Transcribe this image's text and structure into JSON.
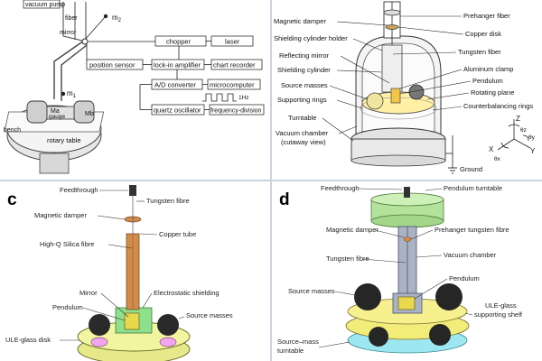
{
  "panel_a": {
    "letter": "",
    "labels": {
      "vacuum_pump": "vacuum pump",
      "fiber": "fiber",
      "mirror": "mirror",
      "m2": "m",
      "m2_sub": "2",
      "m1": "m",
      "m1_sub": "1",
      "chopper": "chopper",
      "laser": "laser",
      "position_sensor": "position sensor",
      "lock_in": "lock-in amplifier",
      "chart_recorder": "chart recorder",
      "ad_converter": "A/D converter",
      "microcomputer": "microcomputer",
      "freq": "1Hz",
      "quartz": "quartz oscillator",
      "freq_div": "frequency-division",
      "mag": "Ma",
      "mass_left": "Mb",
      "gauge": "gauge",
      "bench": "bench",
      "rotary_table": "rotary table"
    }
  },
  "panel_b": {
    "letter": "",
    "labels": {
      "magnetic_damper": "Magnetic damper",
      "shielding_holder": "Shielding cylinder holder",
      "reflecting_mirror": "Reflecting mirror",
      "shielding_cylinder": "Shielding cylinder",
      "source_masses": "Source masses",
      "supporting_rings": "Supporting rings",
      "turntable": "Turntable",
      "vacuum_chamber": "Vacuum chamber",
      "cutaway": "(cutaway view)",
      "prehanger_fiber": "Prehanger fiber",
      "copper_disk": "Copper disk",
      "tungsten_fiber": "Tungsten fiber",
      "aluminum_clamp": "Aluminum clamp",
      "pendulum": "Pendulum",
      "rotating_plane": "Rotating plane",
      "counterbalancing": "Counterbalancing rings",
      "ground": "Ground",
      "axis_z": "Z",
      "axis_x": "X",
      "axis_y": "Y",
      "theta_z": "θz",
      "theta_x": "θx",
      "theta_y": "θy"
    }
  },
  "panel_c": {
    "letter": "c",
    "labels": {
      "feedthrough": "Feedthrough",
      "tungsten_fibre": "Tungsten fibre",
      "magnetic_damper": "Magnetic damper",
      "silica_fibre": "High-Q Silica fibre",
      "copper_tube": "Copper tube",
      "mirror": "Mirror",
      "electrostatic": "Electrostatic shielding",
      "pendulum": "Pendulum",
      "source_masses": "Source masses",
      "ule_disk": "ULE-glass disk"
    }
  },
  "panel_d": {
    "letter": "d",
    "labels": {
      "feedthrough": "Feedthrough",
      "pendulum_turntable": "Pendulum turntable",
      "magnetic_damper": "Magnetic damper",
      "prehanger": "Prehanger tungsten fibre",
      "vacuum_chamber": "Vacuum chamber",
      "tungsten_fibre": "Tungsten fibre",
      "pendulum": "Pendulum",
      "source_masses": "Source masses",
      "ule_shelf_1": "ULE-glass",
      "ule_shelf_2": "supporting shelf",
      "source_mass_1": "Source–mass",
      "source_mass_2": "turntable"
    }
  }
}
